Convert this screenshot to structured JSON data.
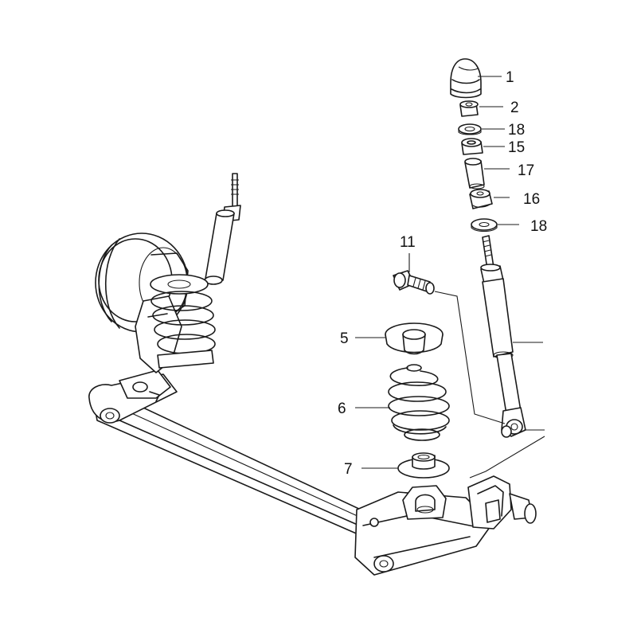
{
  "callouts": {
    "c1": "1",
    "c2": "2",
    "c18a": "18",
    "c15": "15",
    "c17": "17",
    "c16": "16",
    "c18b": "18",
    "c11": "11",
    "c5": "5",
    "c6": "6",
    "c7": "7"
  }
}
